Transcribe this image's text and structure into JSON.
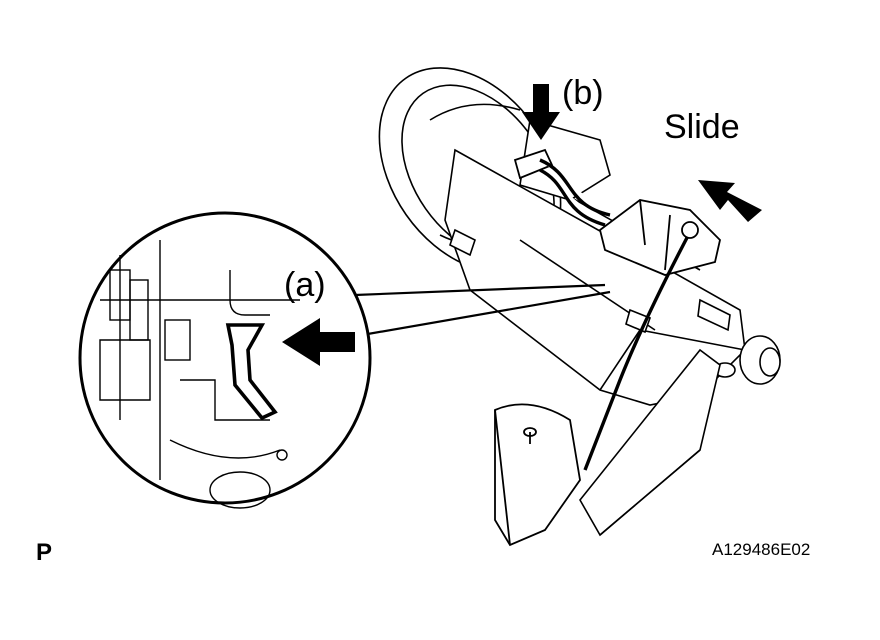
{
  "labels": {
    "a": "(a)",
    "b": "(b)",
    "slide": "Slide",
    "page_mark": "P",
    "figure_code": "A129486E02"
  },
  "colors": {
    "ink": "#000000",
    "paper": "#ffffff"
  }
}
